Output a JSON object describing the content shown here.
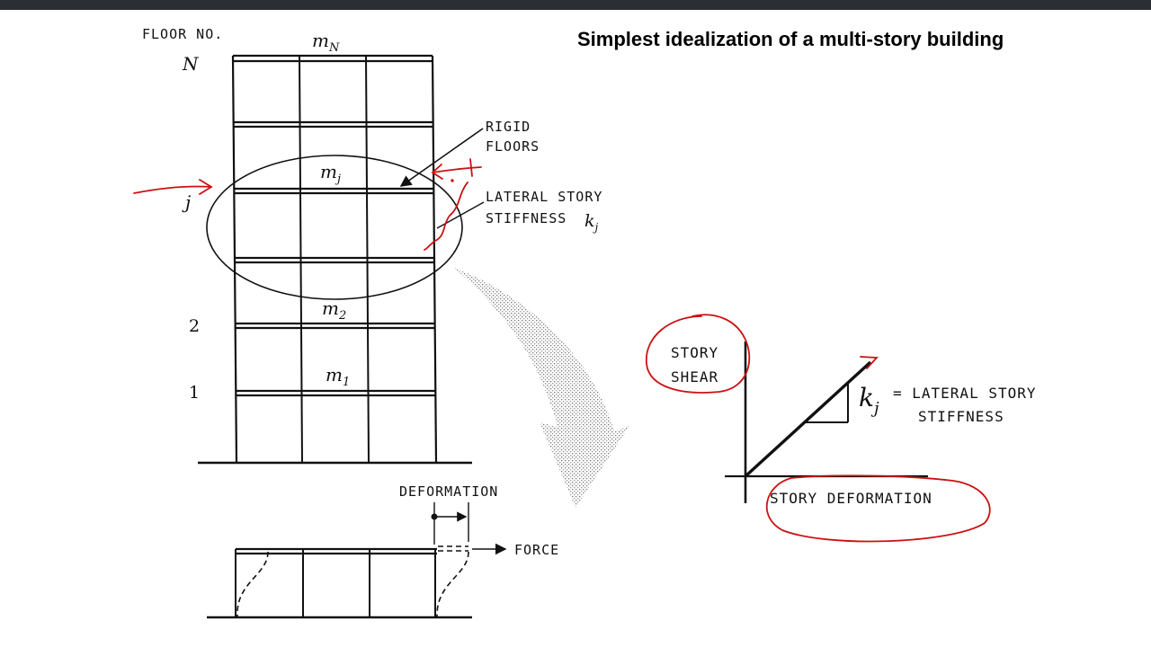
{
  "title": "Simplest idealization of a multi-story building",
  "building": {
    "floor_no_label": "FLOOR NO.",
    "floor_numbers": {
      "top": "N",
      "j": "j",
      "two": "2",
      "one": "1"
    },
    "masses": {
      "top": {
        "base": "m",
        "sub": "N"
      },
      "j": {
        "base": "m",
        "sub": "j"
      },
      "two": {
        "base": "m",
        "sub": "2"
      },
      "one": {
        "base": "m",
        "sub": "1"
      }
    },
    "rigid_floors_label": [
      "RIGID",
      "FLOORS"
    ],
    "lateral_stiffness_label": [
      "LATERAL STORY",
      "STIFFNESS"
    ],
    "stiffness_symbol": {
      "base": "k",
      "sub": "j"
    }
  },
  "detail": {
    "deformation_label": "DEFORMATION",
    "force_label": "FORCE"
  },
  "graph": {
    "y_label": [
      "STORY",
      "SHEAR"
    ],
    "x_label": "STORY DEFORMATION",
    "slope_symbol": {
      "base": "k",
      "sub": "j"
    },
    "slope_label": [
      "= LATERAL STORY",
      "STIFFNESS"
    ]
  },
  "colors": {
    "ink": "#111111",
    "annotation": "#cc1111",
    "topbar": "#2b2f33"
  }
}
